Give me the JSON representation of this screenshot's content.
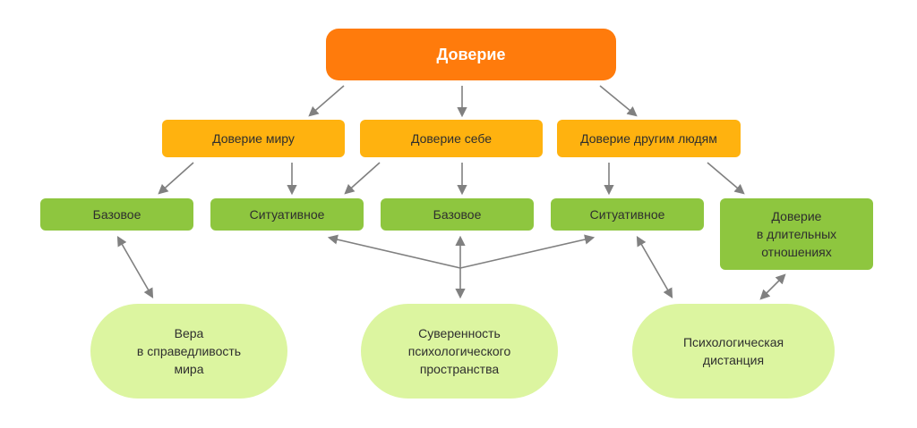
{
  "diagram": {
    "root": "Доверие",
    "categories": [
      "Доверие миру",
      "Доверие себе",
      "Доверие другим людям"
    ],
    "types": [
      "Базовое",
      "Ситуативное",
      "Базовое",
      "Ситуативное",
      "Доверие\nв длительных\nотношениях"
    ],
    "outcomes": [
      "Вера\nв справедливость\nмира",
      "Суверенность\nпсихологического\nпространства",
      "Психологическая\nдистанция"
    ],
    "colors": {
      "root": "#ff7b0c",
      "category": "#ffb20f",
      "type": "#8ec63f",
      "outcome": "#dcf5a0",
      "arrow": "#808080"
    }
  }
}
